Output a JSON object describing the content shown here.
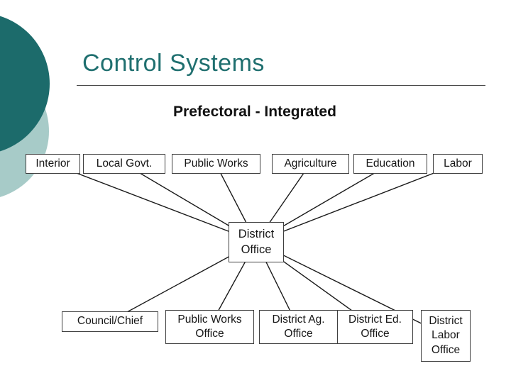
{
  "slide": {
    "title": "Control Systems",
    "subtitle": "Prefectoral - Integrated"
  },
  "colors": {
    "title_text": "#1f6f6f",
    "decorative_circle_dark": "#1c6b6b",
    "decorative_circle_light": "#a7cbc8",
    "box_border": "#3f3f3f",
    "connector_line": "#1a1a1a"
  },
  "diagram": {
    "center_node": {
      "id": "district-office",
      "label": "District Office"
    },
    "top_nodes": [
      {
        "id": "interior",
        "label": "Interior"
      },
      {
        "id": "local-govt",
        "label": "Local Govt."
      },
      {
        "id": "public-works",
        "label": "Public Works"
      },
      {
        "id": "agriculture",
        "label": "Agriculture"
      },
      {
        "id": "education",
        "label": "Education"
      },
      {
        "id": "labor",
        "label": "Labor"
      }
    ],
    "bottom_nodes": [
      {
        "id": "council-chief",
        "label": "Council/Chief"
      },
      {
        "id": "public-works-office",
        "label": "Public Works Office"
      },
      {
        "id": "district-ag-office",
        "label": "District Ag. Office"
      },
      {
        "id": "district-ed-office",
        "label": "District Ed. Office"
      },
      {
        "id": "district-labor-office",
        "label": "District Labor Office"
      }
    ],
    "edges": [
      [
        "interior",
        "district-office"
      ],
      [
        "local-govt",
        "district-office"
      ],
      [
        "public-works",
        "district-office"
      ],
      [
        "agriculture",
        "district-office"
      ],
      [
        "education",
        "district-office"
      ],
      [
        "labor",
        "district-office"
      ],
      [
        "district-office",
        "council-chief"
      ],
      [
        "district-office",
        "public-works-office"
      ],
      [
        "district-office",
        "district-ag-office"
      ],
      [
        "district-office",
        "district-ed-office"
      ],
      [
        "district-office",
        "district-labor-office"
      ]
    ]
  }
}
